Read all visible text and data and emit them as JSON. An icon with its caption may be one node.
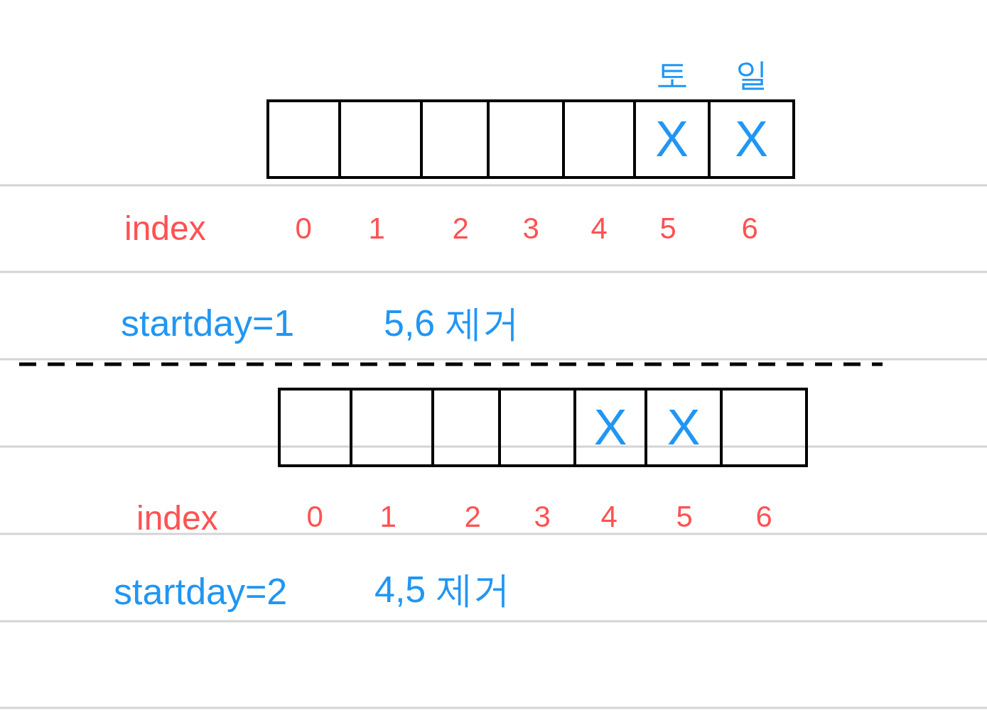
{
  "diagram": {
    "nodes": [
      {
        "text": [],
        "shape": "box"
      },
      {
        "text": [],
        "shape": "box"
      },
      {
        "text": [],
        "shape": "box"
      },
      {
        "text": [],
        "shape": "box"
      },
      {
        "text": [],
        "shape": "box"
      },
      {
        "text": [
          "X"
        ],
        "beside": [
          "토"
        ]
      },
      {
        "text": [
          "X"
        ],
        "beside": [
          "일"
        ]
      },
      {
        "text": [],
        "shape": "box"
      },
      {
        "text": [],
        "shape": "box"
      },
      {
        "text": [],
        "shape": "box"
      },
      {
        "text": [],
        "shape": "box"
      },
      {
        "text": [
          "X"
        ]
      },
      {
        "text": [
          "X"
        ]
      },
      {
        "text": [],
        "shape": "box"
      }
    ],
    "labels": [
      "index",
      "0",
      "1",
      "2",
      "3",
      "4",
      "5",
      "6",
      "startday=1",
      "5,6 제거",
      "index",
      "0",
      "1",
      "2",
      "3",
      "4",
      "5",
      "6",
      "startday=2",
      "4,5 제거"
    ]
  }
}
